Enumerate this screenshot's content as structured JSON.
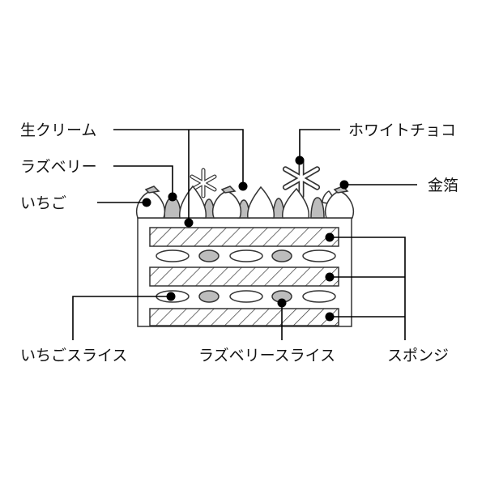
{
  "labels": {
    "fresh_cream": "生クリーム",
    "raspberry": "ラズベリー",
    "strawberry": "いちご",
    "white_chocolate": "ホワイトチョコ",
    "gold_leaf": "金箔",
    "strawberry_slice": "いちごスライス",
    "raspberry_slice": "ラズベリースライス",
    "sponge": "スポンジ"
  },
  "colors": {
    "fruit_grey": "#bdbdbd",
    "line": "#000000",
    "fill": "#ffffff"
  }
}
